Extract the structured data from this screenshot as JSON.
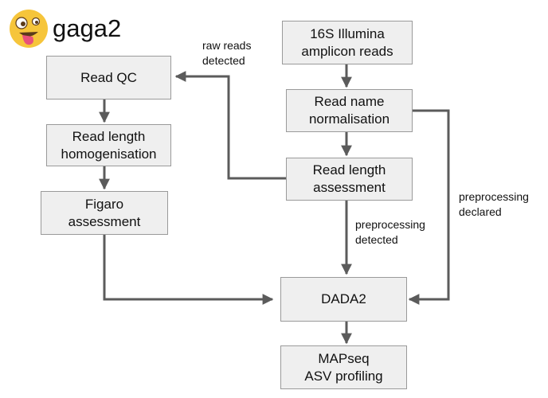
{
  "title": "gaga2",
  "logo_icon": "zany-face-emoji-icon",
  "nodes": {
    "illumina": "16S Illumina\namplicon reads",
    "name_norm": "Read name\nnormalisation",
    "len_assess": "Read length\nassessment",
    "read_qc": "Read QC",
    "homogen": "Read length\nhomogenisation",
    "figaro": "Figaro\nassessment",
    "dada2": "DADA2",
    "mapseq": "MAPseq\nASV profiling"
  },
  "edge_labels": {
    "raw": "raw reads\ndetected",
    "pre_detected": "preprocessing\ndetected",
    "pre_declared": "preprocessing\ndeclared"
  },
  "colors": {
    "line": "#5b5b5b",
    "box_fill": "#efefef",
    "box_border": "#9a9a9a"
  }
}
